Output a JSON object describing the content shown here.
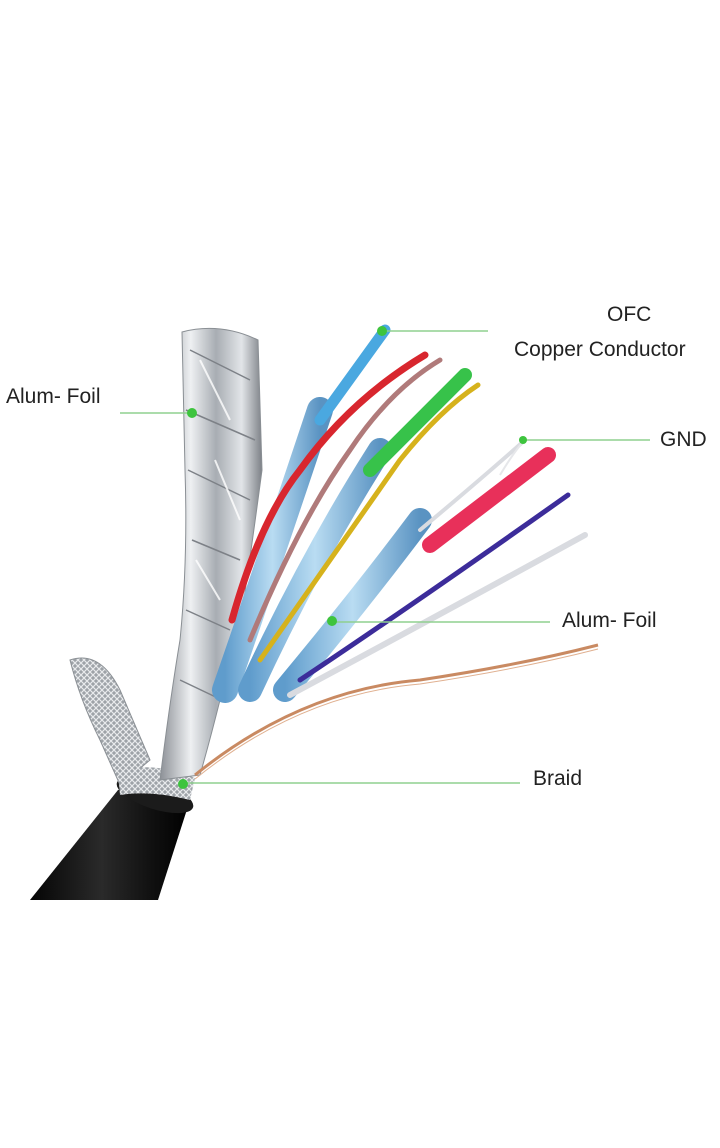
{
  "labels": {
    "ofc_line1": "OFC",
    "ofc_line2": "Copper Conductor",
    "gnd": "GND",
    "alum_foil_left": "Alum- Foil",
    "alum_foil_right": "Alum- Foil",
    "braid": "Braid"
  },
  "colors": {
    "callout_line": "#8fd08f",
    "callout_dot": "#3ec43e",
    "jacket": "#141414",
    "foil": "#c9ccd0",
    "foil_blue": "#7fb6dc",
    "copper": "#c98a62",
    "wire_blue": "#4aa8e0",
    "wire_red": "#d8262e",
    "wire_green": "#37c24a",
    "wire_yellow": "#d6b21c",
    "wire_pink": "#e8305a",
    "wire_purple": "#3c2c9a",
    "wire_white": "#d9dbe0",
    "wire_brown": "#b07a7a"
  }
}
